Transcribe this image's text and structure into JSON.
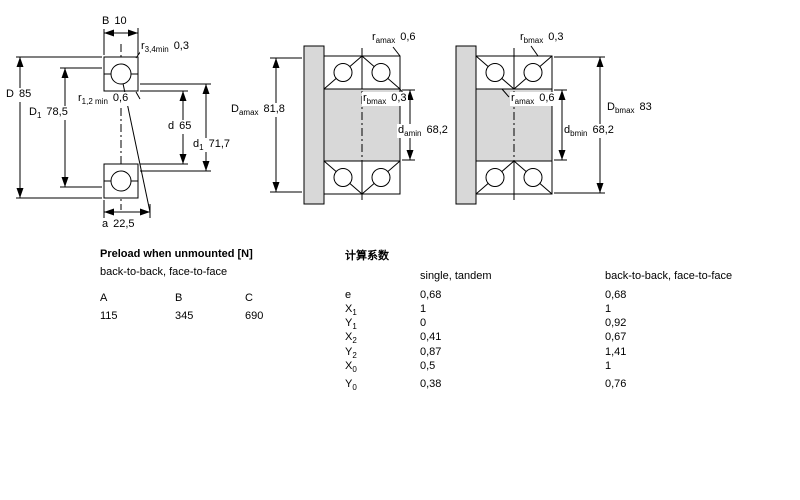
{
  "drawing": {
    "figure_shading": "#d8d8d8",
    "line_color": "#000000"
  },
  "left_figure": {
    "dims": {
      "B": {
        "sym": "B",
        "sub": "",
        "value": "10"
      },
      "r34": {
        "sym": "r",
        "sub": "3,4min",
        "value": "0,3"
      },
      "D": {
        "sym": "D",
        "sub": "",
        "value": "85"
      },
      "r12": {
        "sym": "r",
        "sub": "1,2 min",
        "value": "0,6"
      },
      "D1": {
        "sym": "D",
        "sub": "1",
        "value": "78,5"
      },
      "d": {
        "sym": "d",
        "sub": "",
        "value": "65"
      },
      "d1": {
        "sym": "d",
        "sub": "1",
        "value": "71,7"
      },
      "a": {
        "sym": "a",
        "sub": "",
        "value": "22,5"
      }
    }
  },
  "arr1": {
    "dims": {
      "ra": {
        "sym": "r",
        "sub": "amax",
        "value": "0,6"
      },
      "rb": {
        "sym": "r",
        "sub": "bmax",
        "value": "0,3"
      },
      "Da": {
        "sym": "D",
        "sub": "amax",
        "value": "81,8"
      },
      "da": {
        "sym": "d",
        "sub": "amin",
        "value": "68,2"
      }
    }
  },
  "arr2": {
    "dims": {
      "rb": {
        "sym": "r",
        "sub": "bmax",
        "value": "0,3"
      },
      "ra": {
        "sym": "r",
        "sub": "amax",
        "value": "0,6"
      },
      "Db": {
        "sym": "D",
        "sub": "bmax",
        "value": "83"
      },
      "db": {
        "sym": "d",
        "sub": "bmin",
        "value": "68,2"
      }
    }
  },
  "preload": {
    "title": "Preload when unmounted [N]",
    "subtitle": "back-to-back, face-to-face",
    "columns": [
      "A",
      "B",
      "C"
    ],
    "values": [
      "115",
      "345",
      "690"
    ]
  },
  "factors": {
    "title": "计算系数",
    "col1": "single, tandem",
    "col2": "back-to-back, face-to-face",
    "rows": [
      {
        "sym": "e",
        "sub": "",
        "v1": "0,68",
        "v2": "0,68"
      },
      {
        "sym": "X",
        "sub": "1",
        "v1": "1",
        "v2": "1"
      },
      {
        "sym": "Y",
        "sub": "1",
        "v1": "0",
        "v2": "0,92"
      },
      {
        "sym": "X",
        "sub": "2",
        "v1": "0,41",
        "v2": "0,67"
      },
      {
        "sym": "Y",
        "sub": "2",
        "v1": "0,87",
        "v2": "1,41"
      },
      {
        "sym": "X",
        "sub": "0",
        "v1": "0,5",
        "v2": "1"
      },
      {
        "sym": "Y",
        "sub": "0",
        "v1": "0,38",
        "v2": "0,76"
      }
    ]
  }
}
